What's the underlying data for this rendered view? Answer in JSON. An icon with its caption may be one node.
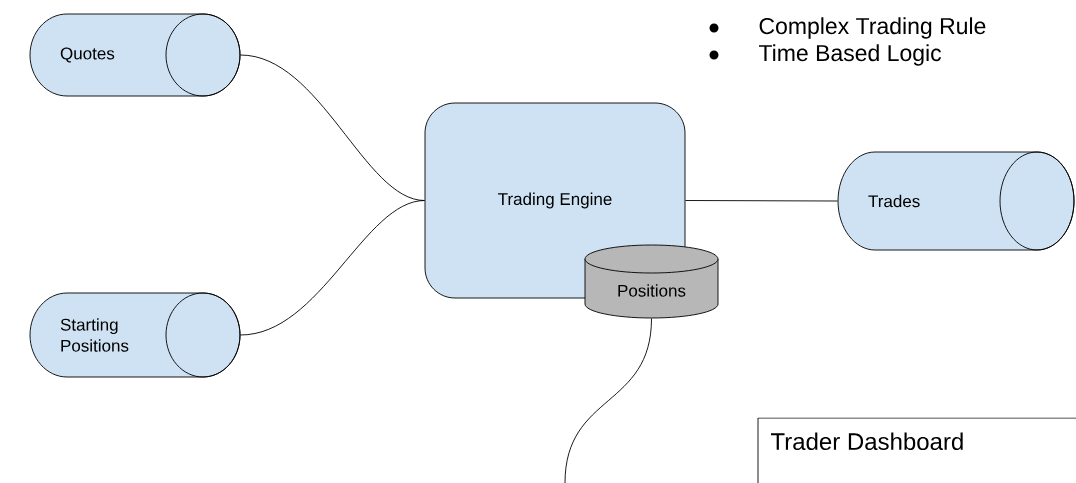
{
  "diagram": {
    "nodes": [
      {
        "text": [
          "Quotes"
        ]
      },
      {
        "text": [
          "Starting Positions"
        ]
      },
      {
        "text": [
          "Trading Engine"
        ]
      },
      {
        "text": [
          "Positions"
        ]
      },
      {
        "text": [
          "Trades"
        ]
      },
      {
        "text": [
          "Trader Dashboard"
        ]
      }
    ],
    "edges": [
      {
        "from": 0,
        "to": 2,
        "arrow": "none"
      },
      {
        "from": 1,
        "to": 2,
        "arrow": "none"
      },
      {
        "from": 2,
        "to": 4,
        "arrow": "none"
      },
      {
        "from": 3,
        "to": null,
        "arrow": "none"
      }
    ],
    "labels": [
      "Complex Trading Rule",
      "Time Based Logic"
    ]
  }
}
